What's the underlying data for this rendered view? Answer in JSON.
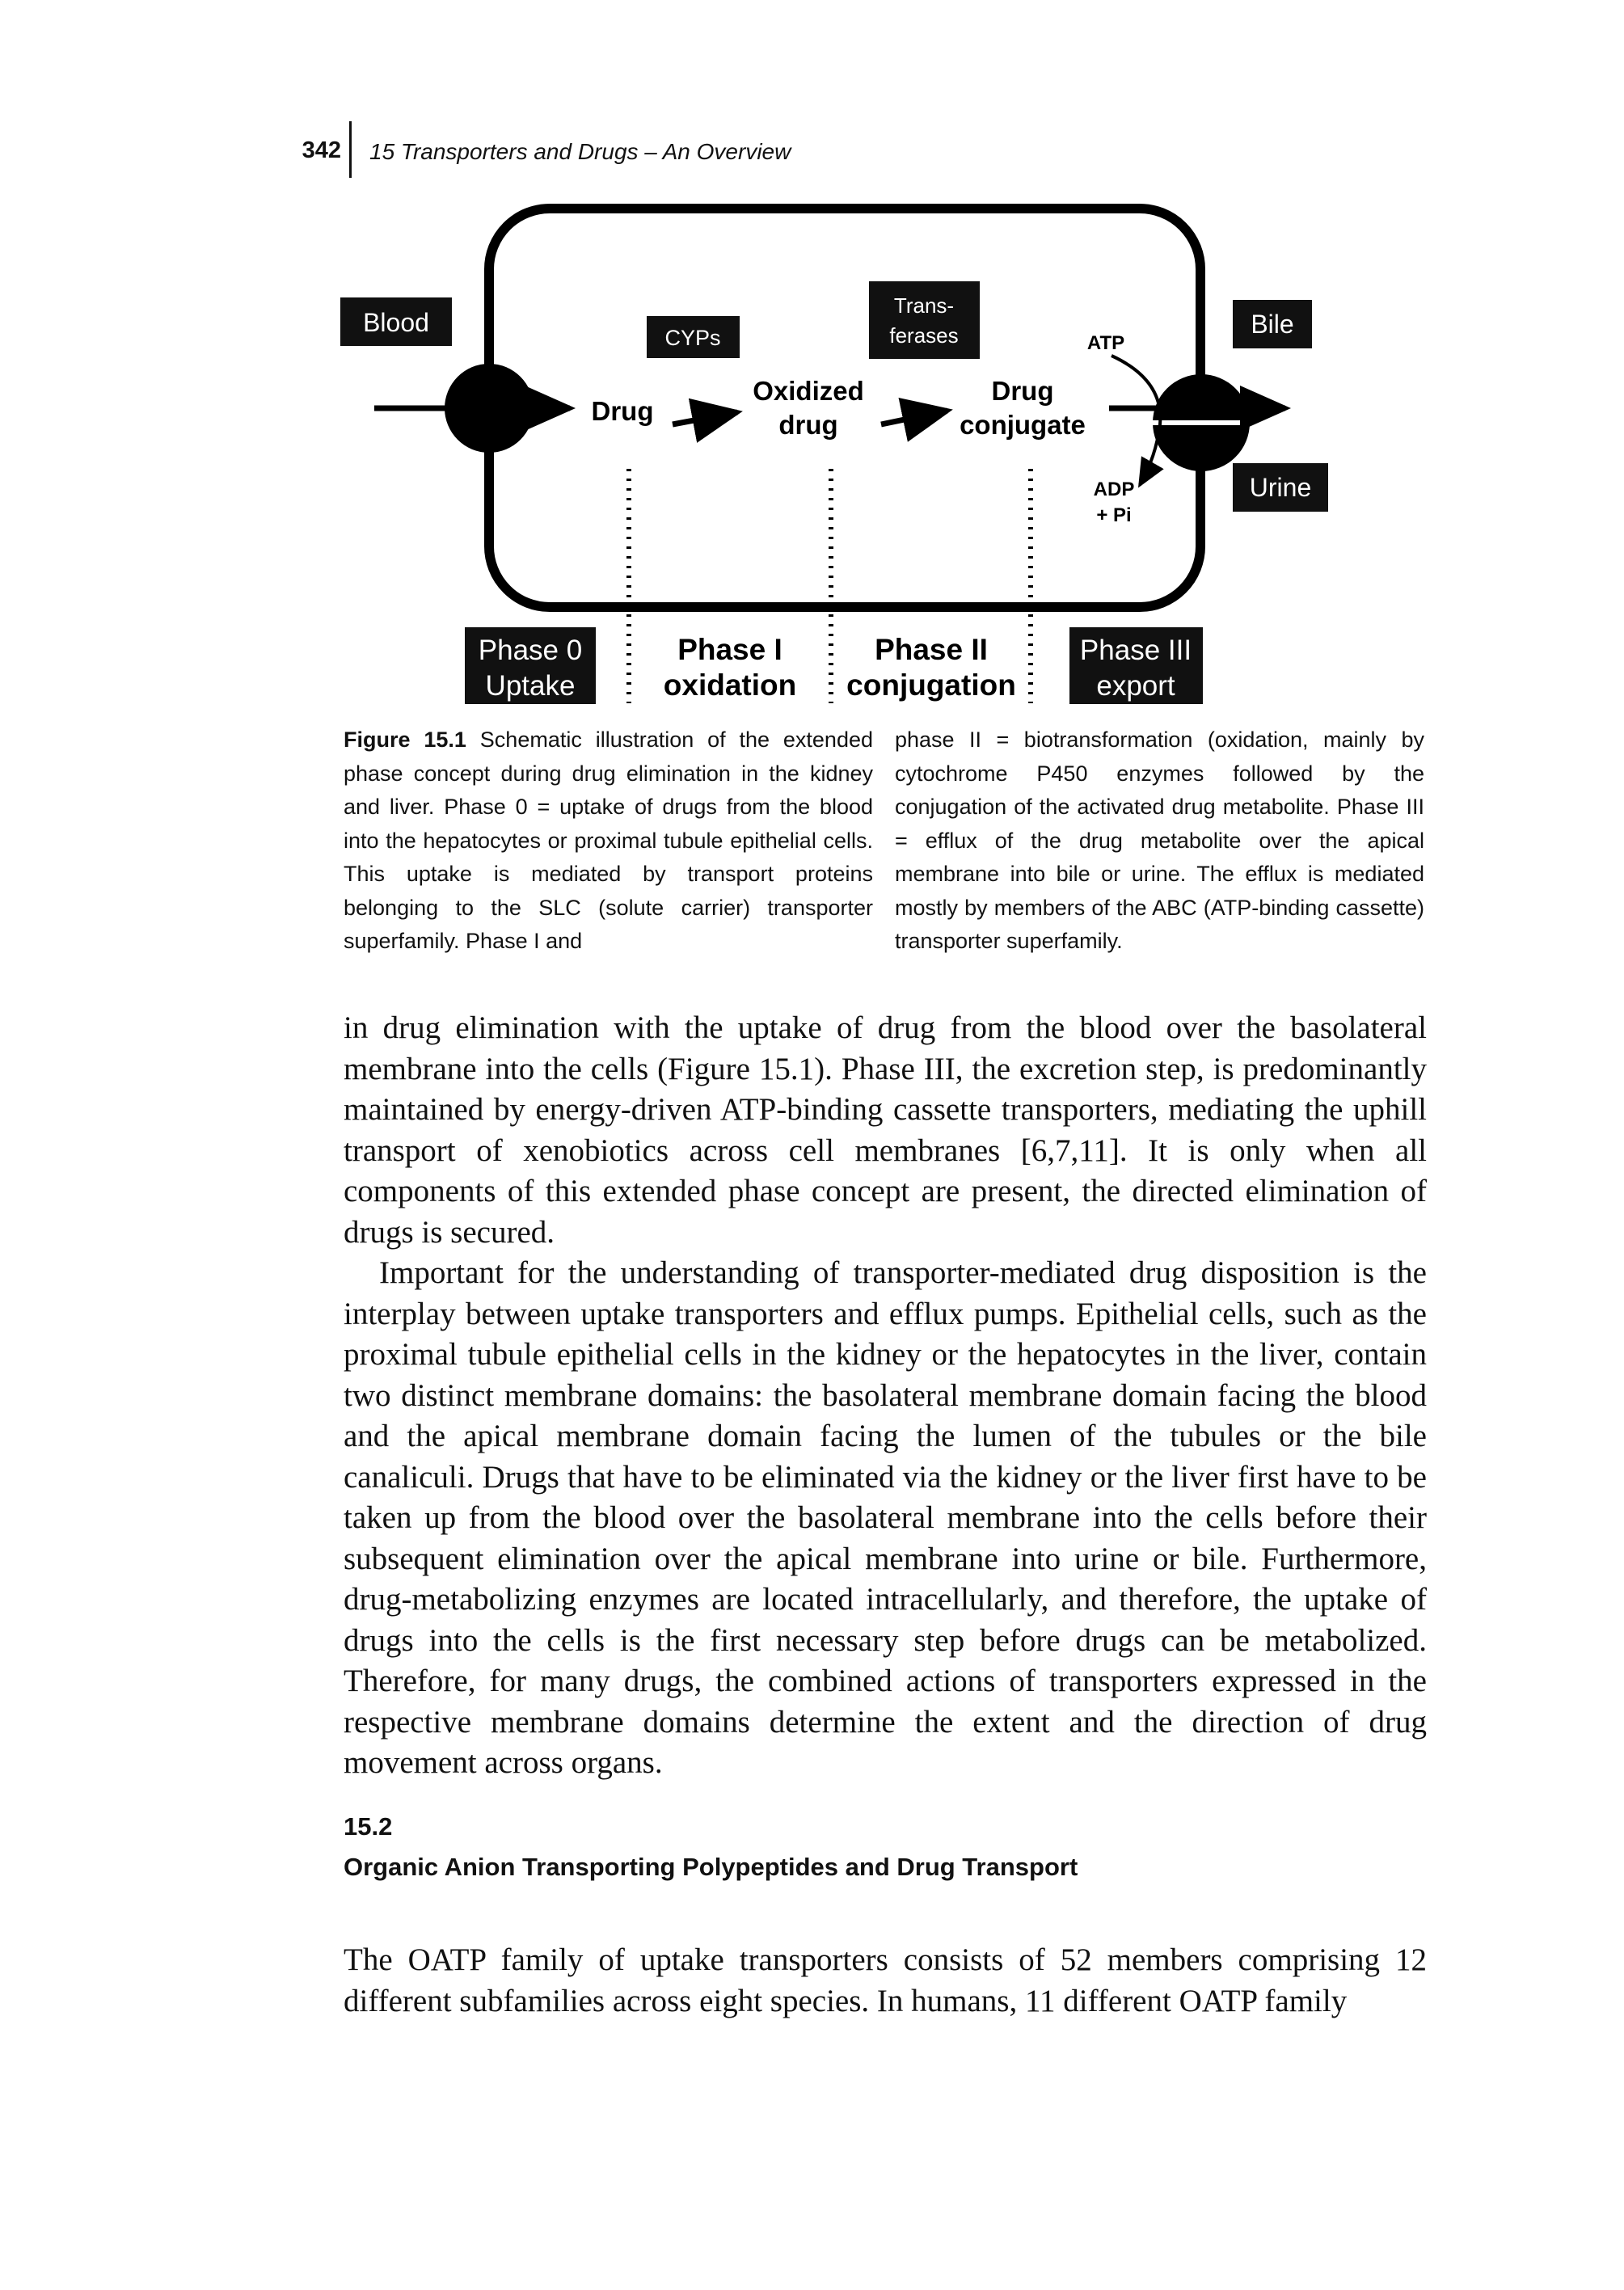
{
  "header": {
    "page_number": "342",
    "running_title": "15 Transporters and Drugs – An Overview"
  },
  "figure": {
    "labels": {
      "blood": "Blood",
      "bile": "Bile",
      "urine": "Urine",
      "cyps": "CYPs",
      "transferases_line1": "Trans-",
      "transferases_line2": "ferases",
      "drug": "Drug",
      "oxidized_line1": "Oxidized",
      "oxidized_line2": "drug",
      "conjugate_line1": "Drug",
      "conjugate_line2": "conjugate",
      "atp": "ATP",
      "adp_line1": "ADP",
      "adp_line2": "+ Pi"
    },
    "phases": {
      "phase0_line1": "Phase 0",
      "phase0_line2": "Uptake",
      "phase1_line1": "Phase I",
      "phase1_line2": "oxidation",
      "phase2_line1": "Phase II",
      "phase2_line2": "conjugation",
      "phase3_line1": "Phase III",
      "phase3_line2": "export"
    }
  },
  "caption": {
    "label": "Figure 15.1",
    "col1": "Schematic illustration of the extended phase concept during drug elimination in the kidney and liver. Phase 0 = uptake of drugs from the blood into the hepatocytes or proximal tubule epithelial cells. This uptake is mediated by transport proteins belonging to the SLC (solute carrier) transporter superfamily. Phase I and",
    "col2": "phase II = biotransformation (oxidation, mainly by cytochrome P450 enzymes followed by the conjugation of the activated drug metabolite. Phase III = efflux of the drug metabolite over the apical membrane into bile or urine. The efflux is mediated mostly by members of the ABC (ATP-binding cassette) transporter superfamily."
  },
  "body": {
    "p1": "in drug elimination with the uptake of drug from the blood over the basolateral membrane into the cells (Figure 15.1). Phase III, the excretion step, is predominantly maintained by energy-driven ATP-binding cassette transporters, mediating the uphill transport of xenobiotics across cell membranes [6,7,11]. It is only when all components of this extended phase concept are present, the directed elimination of drugs is secured.",
    "p2": "Important for the understanding of transporter-mediated drug disposition is the interplay between uptake transporters and efflux pumps. Epithelial cells, such as the proximal tubule epithelial cells in the kidney or the hepatocytes in the liver, contain two distinct membrane domains: the basolateral membrane domain facing the blood and the apical membrane domain facing the lumen of the tubules or the bile canaliculi. Drugs that have to be eliminated via the kidney or the liver first have to be taken up from the blood over the basolateral membrane into the cells before their subsequent elimination over the apical membrane into urine or bile. Furthermore, drug-metabolizing enzymes are located intracellularly, and therefore, the uptake of drugs into the cells is the first necessary step before drugs can be metabolized. Therefore, for many drugs, the combined actions of transporters expressed in the respective membrane domains determine the extent and the direction of drug movement across organs.",
    "section_number": "15.2",
    "section_title": "Organic Anion Transporting Polypeptides and Drug Transport",
    "p3": "The OATP family of uptake transporters consists of 52 members comprising 12 different subfamilies across eight species. In humans, 11 different OATP family"
  }
}
